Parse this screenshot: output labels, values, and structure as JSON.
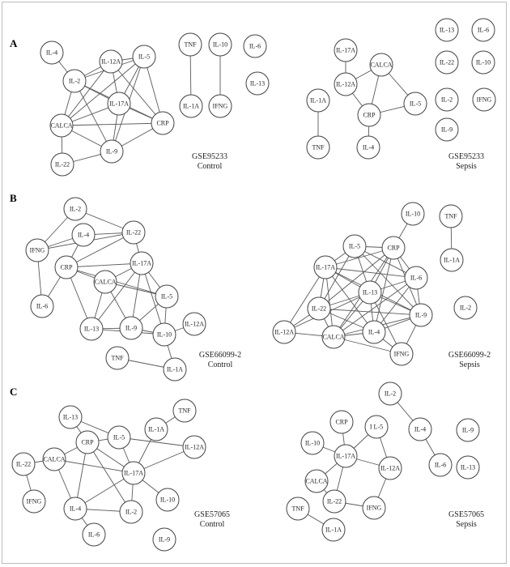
{
  "panels": [
    {
      "letter": "A",
      "networks": [
        {
          "id": "A-control",
          "dataset": "GSE95233",
          "condition": "Control",
          "nodes": [
            "IL-4",
            "IL-2",
            "IL-12A",
            "IL-5",
            "IL-17A",
            "CALCA",
            "CRP",
            "IL-9",
            "IL-22",
            "TNF",
            "IL-1A",
            "IL-10",
            "IFNG",
            "IL-6",
            "IL-13"
          ],
          "edges": [
            [
              "IL-4",
              "IL-2"
            ],
            [
              "IL-2",
              "IL-12A"
            ],
            [
              "IL-2",
              "IL-5"
            ],
            [
              "IL-2",
              "IL-17A"
            ],
            [
              "IL-2",
              "CALCA"
            ],
            [
              "IL-2",
              "CRP"
            ],
            [
              "IL-2",
              "IL-9"
            ],
            [
              "IL-12A",
              "IL-5"
            ],
            [
              "IL-12A",
              "IL-17A"
            ],
            [
              "IL-12A",
              "CALCA"
            ],
            [
              "IL-12A",
              "CRP"
            ],
            [
              "IL-5",
              "IL-17A"
            ],
            [
              "IL-5",
              "CALCA"
            ],
            [
              "IL-5",
              "CRP"
            ],
            [
              "IL-5",
              "IL-9"
            ],
            [
              "IL-17A",
              "CALCA"
            ],
            [
              "IL-17A",
              "CRP"
            ],
            [
              "IL-17A",
              "IL-9"
            ],
            [
              "CALCA",
              "CRP"
            ],
            [
              "CALCA",
              "IL-9"
            ],
            [
              "CALCA",
              "IL-22"
            ],
            [
              "CRP",
              "IL-9"
            ],
            [
              "IL-9",
              "IL-22"
            ],
            [
              "TNF",
              "IL-1A"
            ],
            [
              "IL-10",
              "IFNG"
            ]
          ]
        },
        {
          "id": "A-sepsis",
          "dataset": "GSE95233",
          "condition": "Sepsis",
          "nodes": [
            "IL-17A",
            "CALCA",
            "IL-12A",
            "IL-1A",
            "CRP",
            "IL-5",
            "TNF",
            "IL-4",
            "IL-13",
            "IL-6",
            "IL-22",
            "IL-10",
            "IL-2",
            "IFNG",
            "IL-9"
          ],
          "edges": [
            [
              "IL-17A",
              "IL-12A"
            ],
            [
              "CALCA",
              "IL-12A"
            ],
            [
              "CALCA",
              "CRP"
            ],
            [
              "CALCA",
              "IL-5"
            ],
            [
              "IL-12A",
              "CRP"
            ],
            [
              "CRP",
              "IL-5"
            ],
            [
              "CRP",
              "IL-4"
            ],
            [
              "IL-1A",
              "TNF"
            ]
          ]
        }
      ]
    },
    {
      "letter": "B",
      "networks": [
        {
          "id": "B-control",
          "dataset": "GSE66099-2",
          "condition": "Control",
          "nodes": [
            "IL-2",
            "IL-4",
            "IL-22",
            "IFNG",
            "CRP",
            "IL-17A",
            "CALCA",
            "IL-5",
            "IL-6",
            "IL-13",
            "IL-9",
            "IL-10",
            "IL-12A",
            "TNF",
            "IL-1A"
          ],
          "edges": [
            [
              "IL-2",
              "IFNG"
            ],
            [
              "IL-2",
              "IL-22"
            ],
            [
              "IFNG",
              "IL-4"
            ],
            [
              "IFNG",
              "IL-6"
            ],
            [
              "IFNG",
              "IL-22"
            ],
            [
              "IL-4",
              "IL-22"
            ],
            [
              "IL-4",
              "CRP"
            ],
            [
              "IL-22",
              "CRP"
            ],
            [
              "IL-22",
              "IL-17A"
            ],
            [
              "CRP",
              "IL-6"
            ],
            [
              "CRP",
              "IL-17A"
            ],
            [
              "CRP",
              "CALCA"
            ],
            [
              "CRP",
              "IL-13"
            ],
            [
              "CRP",
              "IL-5"
            ],
            [
              "IL-17A",
              "CALCA"
            ],
            [
              "IL-17A",
              "IL-13"
            ],
            [
              "IL-17A",
              "IL-9"
            ],
            [
              "IL-17A",
              "IL-5"
            ],
            [
              "IL-17A",
              "IL-10"
            ],
            [
              "CALCA",
              "IL-13"
            ],
            [
              "CALCA",
              "IL-9"
            ],
            [
              "CALCA",
              "IL-5"
            ],
            [
              "IL-13",
              "IL-9"
            ],
            [
              "IL-13",
              "IL-10"
            ],
            [
              "IL-9",
              "IL-5"
            ],
            [
              "IL-9",
              "IL-10"
            ],
            [
              "IL-10",
              "IL-5"
            ],
            [
              "IL-10",
              "IL-12A"
            ],
            [
              "IL-10",
              "IL-1A"
            ],
            [
              "TNF",
              "IL-1A"
            ]
          ]
        },
        {
          "id": "B-sepsis",
          "dataset": "GSE66099-2",
          "condition": "Sepsis",
          "nodes": [
            "IL-10",
            "TNF",
            "IL-5",
            "CRP",
            "IL-1A",
            "IL-17A",
            "IL-6",
            "IL-13",
            "IL-22",
            "IL-9",
            "IL-2",
            "IL-12A",
            "CALCA",
            "IL-4",
            "IFNG"
          ],
          "edges": [
            [
              "IL-10",
              "CRP"
            ],
            [
              "TNF",
              "IL-1A"
            ],
            [
              "IL-5",
              "CRP"
            ],
            [
              "IL-5",
              "IL-17A"
            ],
            [
              "IL-5",
              "IL-13"
            ],
            [
              "IL-5",
              "IL-6"
            ],
            [
              "IL-5",
              "IL-22"
            ],
            [
              "IL-5",
              "IL-9"
            ],
            [
              "CRP",
              "IL-17A"
            ],
            [
              "CRP",
              "IL-6"
            ],
            [
              "CRP",
              "IL-13"
            ],
            [
              "CRP",
              "IL-22"
            ],
            [
              "CRP",
              "IL-9"
            ],
            [
              "CRP",
              "CALCA"
            ],
            [
              "CRP",
              "IL-4"
            ],
            [
              "IL-17A",
              "IL-13"
            ],
            [
              "IL-17A",
              "IL-22"
            ],
            [
              "IL-17A",
              "CALCA"
            ],
            [
              "IL-17A",
              "IL-4"
            ],
            [
              "IL-17A",
              "IL-12A"
            ],
            [
              "IL-17A",
              "IL-6"
            ],
            [
              "IL-17A",
              "IL-9"
            ],
            [
              "IL-6",
              "IL-13"
            ],
            [
              "IL-6",
              "IL-9"
            ],
            [
              "IL-6",
              "IL-4"
            ],
            [
              "IL-6",
              "CALCA"
            ],
            [
              "IL-13",
              "IL-22"
            ],
            [
              "IL-13",
              "IL-9"
            ],
            [
              "IL-13",
              "CALCA"
            ],
            [
              "IL-13",
              "IL-4"
            ],
            [
              "IL-13",
              "IFNG"
            ],
            [
              "IL-13",
              "IL-12A"
            ],
            [
              "IL-22",
              "CALCA"
            ],
            [
              "IL-22",
              "IL-4"
            ],
            [
              "IL-22",
              "IL-12A"
            ],
            [
              "IL-22",
              "IL-9"
            ],
            [
              "IL-9",
              "IL-4"
            ],
            [
              "IL-9",
              "IFNG"
            ],
            [
              "IL-9",
              "CALCA"
            ],
            [
              "CALCA",
              "IL-4"
            ],
            [
              "CALCA",
              "IFNG"
            ],
            [
              "CALCA",
              "IL-12A"
            ],
            [
              "IL-4",
              "IFNG"
            ]
          ]
        }
      ]
    },
    {
      "letter": "C",
      "networks": [
        {
          "id": "C-control",
          "dataset": "GSE57065",
          "condition": "Control",
          "nodes": [
            "IL-13",
            "TNF",
            "IL-1A",
            "CRP",
            "IL-5",
            "IL-12A",
            "CALCA",
            "IL-17A",
            "IL-22",
            "IL-10",
            "IFNG",
            "IL-4",
            "IL-2",
            "IL-6",
            "IL-9"
          ],
          "edges": [
            [
              "IL-13",
              "CRP"
            ],
            [
              "IL-13",
              "IL-5"
            ],
            [
              "TNF",
              "IL-1A"
            ],
            [
              "IL-1A",
              "IL-17A"
            ],
            [
              "CRP",
              "IL-5"
            ],
            [
              "CRP",
              "IL-17A"
            ],
            [
              "CRP",
              "IL-4"
            ],
            [
              "CRP",
              "IL-2"
            ],
            [
              "CRP",
              "CALCA"
            ],
            [
              "IL-5",
              "IL-12A"
            ],
            [
              "IL-5",
              "IL-17A"
            ],
            [
              "CALCA",
              "IL-22"
            ],
            [
              "CALCA",
              "IL-17A"
            ],
            [
              "CALCA",
              "IL-4"
            ],
            [
              "IL-17A",
              "IL-12A"
            ],
            [
              "IL-17A",
              "IL-10"
            ],
            [
              "IL-17A",
              "IL-2"
            ],
            [
              "IL-17A",
              "IL-4"
            ],
            [
              "IL-22",
              "IFNG"
            ],
            [
              "IL-4",
              "IL-6"
            ],
            [
              "IL-4",
              "IL-2"
            ]
          ]
        },
        {
          "id": "C-sepsis",
          "dataset": "GSE57065",
          "condition": "Sepsis",
          "nodes": [
            "IL-2",
            "CRP",
            "I L-5",
            "IL-4",
            "IL-9",
            "IL-10",
            "IL-17A",
            "IL-12A",
            "IL-6",
            "IL-13",
            "CALCA",
            "IL-22",
            "IFNG",
            "TNF",
            "IL-1A"
          ],
          "edges": [
            [
              "IL-2",
              "IL-4"
            ],
            [
              "IL-4",
              "IL-6"
            ],
            [
              "CRP",
              "IL-17A"
            ],
            [
              "I L-5",
              "IL-17A"
            ],
            [
              "I L-5",
              "IL-12A"
            ],
            [
              "IL-10",
              "IL-17A"
            ],
            [
              "IL-17A",
              "IL-12A"
            ],
            [
              "IL-17A",
              "CALCA"
            ],
            [
              "IL-17A",
              "IL-22"
            ],
            [
              "IL-12A",
              "IFNG"
            ],
            [
              "CALCA",
              "IL-22"
            ],
            [
              "IL-22",
              "IFNG"
            ],
            [
              "TNF",
              "IL-1A"
            ]
          ]
        }
      ]
    }
  ]
}
